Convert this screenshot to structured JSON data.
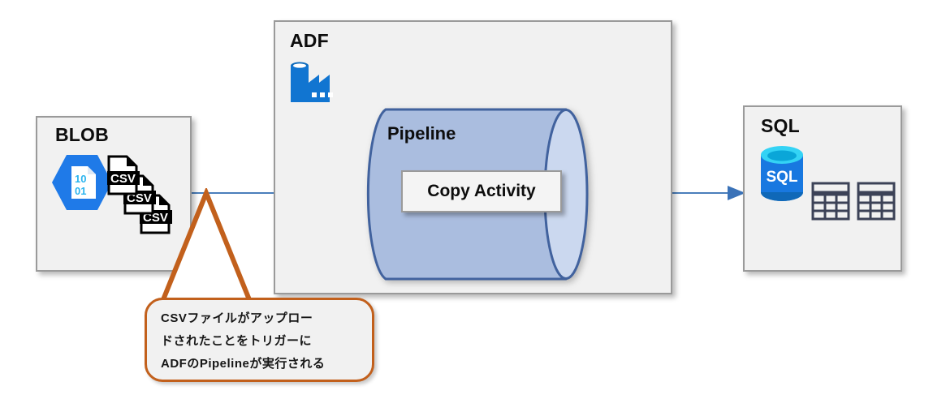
{
  "diagram": {
    "title": "Azure Data Factory CSV ingestion flow",
    "background": "#ffffff"
  },
  "colors": {
    "azure_blue": "#1878e0",
    "azure_blue_dark": "#0f6cbd",
    "cyan": "#34d3f5",
    "zone_fill": "#f1f1f1",
    "zone_border": "#9a9a9a",
    "pipeline_fill": "#aabddf",
    "pipeline_cap": "#cbd8ef",
    "pipeline_border": "#41629e",
    "connector_blue": "#4a7ebb",
    "callout_border": "#c2601c",
    "table_navy": "#3c4257",
    "text_dark": "#0d0d0d"
  },
  "zones": {
    "blob": {
      "title": "BLOB",
      "icon": "azure-blob-storage-icon",
      "blob_doc_digits": [
        "10",
        "01"
      ],
      "files": [
        {
          "label": "CSV",
          "name": "csv-file-icon-1"
        },
        {
          "label": "CSV",
          "name": "csv-file-icon-2"
        },
        {
          "label": "CSV",
          "name": "csv-file-icon-3"
        }
      ]
    },
    "adf": {
      "title": "ADF",
      "icon": "azure-data-factory-icon",
      "pipeline": {
        "label": "Pipeline",
        "shape": "cylinder",
        "activity": {
          "label": "Copy Activity"
        }
      }
    },
    "sql": {
      "title": "SQL",
      "icon": "azure-sql-database-icon",
      "db_label": "SQL",
      "tables": [
        {
          "name": "table-icon-1"
        },
        {
          "name": "table-icon-2"
        }
      ]
    }
  },
  "connectors": [
    {
      "name": "connector-blob-to-pipeline",
      "from": "blob",
      "to": "pipeline",
      "style": "arrow"
    },
    {
      "name": "connector-pipeline-to-sql",
      "from": "pipeline",
      "to": "sql",
      "style": "arrow"
    }
  ],
  "callout": {
    "lines": [
      "CSVファイルがアップロー",
      "ドされたことをトリガーに",
      "ADFのPipelineが実行される"
    ],
    "full_text": "CSVファイルがアップロードされたことをトリガーにADFのPipelineが実行される",
    "points_to": "connector-blob-to-pipeline"
  }
}
